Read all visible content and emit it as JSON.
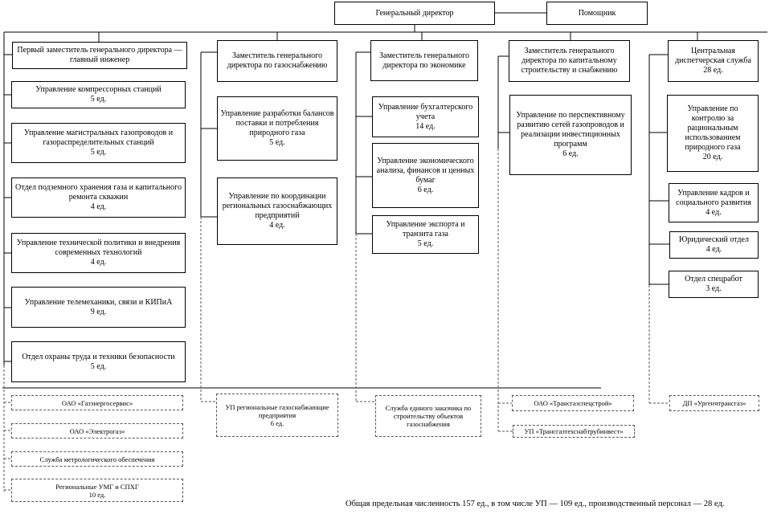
{
  "top": {
    "general_director": "Генеральный директор",
    "assistant": "Помощник"
  },
  "column1": {
    "head": "Первый заместитель генерального директора — главный инженер",
    "units": [
      "Управление компрессорных станций\n5 ед.",
      "Управление магистральных газопроводов и газораспределительных станций\n5 ед.",
      "Отдел подземного хранения газа и капитального ремонта скважин\n4 ед.",
      "Управление технической политики и внедрения современных технологий\n4 ед.",
      "Управление телемеханики, связи и КИПиА\n9 ед.",
      "Отдел охраны труда и техники безопасности\n5 ед."
    ],
    "subsidiaries": [
      "ОАО «Газэнергосервис»",
      "ОАО «Электрогаз»",
      "Служба метрологического обеспечения",
      "Региональные УМГ и СПХГ\n10 ед."
    ]
  },
  "column2": {
    "head": "Заместитель генерального директора по газоснабжению",
    "units": [
      "Управление разработки балансов поставки и потребления природного газа\n5 ед.",
      "Управление по координации региональных газоснабжающих предприятий\n4 ед."
    ],
    "subsidiaries": [
      "УП региональные газоснабжающие предприятия\n6 ед."
    ]
  },
  "column3": {
    "head": "Заместитель генерального директора по экономике",
    "units": [
      "Управление бухгалтерского учета\n14 ед.",
      "Управление экономического анализа, финансов и ценных бумаг\n6 ед.",
      "Управление экспорта и транзита газа\n5 ед."
    ],
    "subsidiaries": [
      "Служба единого заказчика по строительству объектов газоснабжения"
    ]
  },
  "column4": {
    "head": "Заместитель генерального директора по капитальному строительству и снабжению",
    "units": [
      "Управление по перспективному развитию сетей газопроводов и реализации инвестиционных программ\n6 ед."
    ],
    "subsidiaries": [
      "ОАО «Трансгазспецстрой»",
      "УП «Трансгазтехснабтрубинвест»"
    ]
  },
  "column5": {
    "head": "Центральная диспетчерская служба\n28 ед.",
    "units": [
      "Управление по контролю за рациональным использованием природного газа\n20 ед.",
      "Управление кадров и социального развития\n4 ед.",
      "Юридический отдел\n4 ед.",
      "Отдел спецработ\n3 ед."
    ],
    "subsidiaries": [
      "ДП «Ургенчтрансгаз»"
    ]
  },
  "footer": "Общая предельная численность 157 ед., в том числе УП — 109 ед., производственный персонал — 28 ед."
}
